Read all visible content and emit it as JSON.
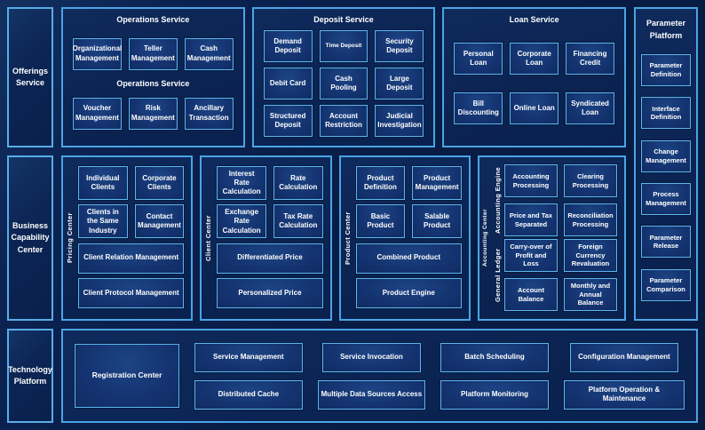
{
  "rails": {
    "offerings": "Offerings Service",
    "business": "Business Capability Center",
    "technology": "Technology Platform"
  },
  "ops": {
    "title": "Operations Service",
    "mid": "Operations Service",
    "r1": [
      "Organizational Management",
      "Teller Management",
      "Cash Management"
    ],
    "r2": [
      "Voucher Management",
      "Risk Management",
      "Ancillary Transaction"
    ]
  },
  "dep": {
    "title": "Deposit Service",
    "r1": [
      "Demand Deposit",
      "Time Deposit",
      "Security Deposit"
    ],
    "r2": [
      "Debit Card",
      "Cash Pooling",
      "Large Deposit"
    ],
    "r3": [
      "Structured Deposit",
      "Account Restriction",
      "Judicial Investigation"
    ]
  },
  "loan": {
    "title": "Loan Service",
    "r1": [
      "Personal Loan",
      "Corporate Loan",
      "Financing Credit"
    ],
    "r2": [
      "Bill Discounting",
      "Online Loan",
      "Syndicated Loan"
    ]
  },
  "param": {
    "title": "Parameter Platform",
    "items": [
      "Parameter Definition",
      "Interface Definition",
      "Change Management",
      "Process Management",
      "Parameter Release",
      "Parameter Comparison"
    ]
  },
  "pricing": {
    "label": "Pricing Center",
    "s": [
      "Individual Clients",
      "Corporate Clients",
      "Clients in the Same Industry",
      "Contact Management"
    ],
    "w": [
      "Client Relation Management",
      "Client Protocol Management"
    ]
  },
  "client": {
    "label": "Client Center",
    "s": [
      "Interest Rate Calculation",
      "Rate Calculation",
      "Exchange Rate Calculation",
      "Tax Rate Calculation"
    ],
    "w": [
      "Differentiated Price",
      "Personalized Price"
    ]
  },
  "product": {
    "label": "Product Center",
    "s": [
      "Product Definition",
      "Product Management",
      "Basic Product",
      "Salable Product"
    ],
    "w": [
      "Combined Product",
      "Product Engine"
    ]
  },
  "accounting": {
    "label": "Accounting Center",
    "engine": {
      "label": "Accounting Engine",
      "items": [
        "Accounting Processing",
        "Clearing Processing",
        "Price and Tax Separated",
        "Reconciliation Processing"
      ]
    },
    "ledger": {
      "label": "General Ledger",
      "items": [
        "Carry-over of Profit and Loss",
        "Foreign Currency Revaluation",
        "Account Balance",
        "Monthly and Annual Balance"
      ]
    }
  },
  "tech": {
    "registration": "Registration Center",
    "cols": [
      [
        "Service Management",
        "Distributed Cache"
      ],
      [
        "Service Invocation",
        "Multiple Data Sources Access"
      ],
      [
        "Batch Scheduling",
        "Platform Monitoring"
      ],
      [
        "Configuration Management",
        "Platform Operation & Maintenance"
      ]
    ]
  },
  "colors": {
    "background": "#081c44",
    "panel_border": "#4aa4e4",
    "node_border": "#5db6ee",
    "node_fill": "#143370",
    "text": "#ffffff"
  }
}
